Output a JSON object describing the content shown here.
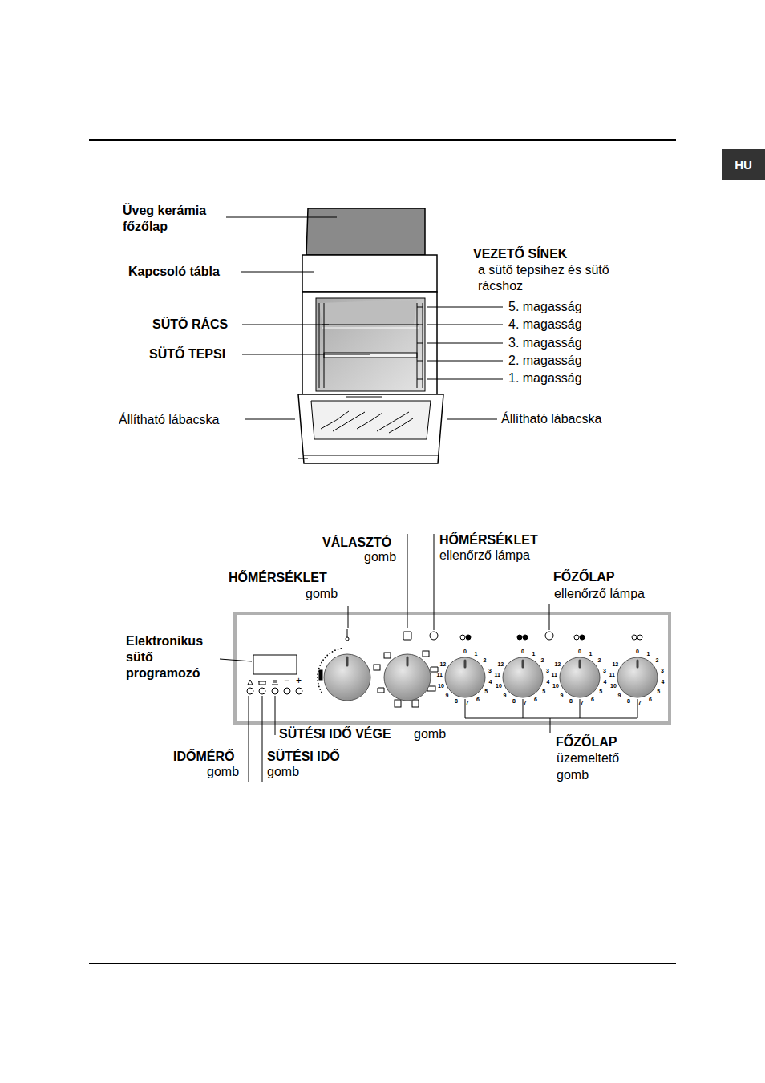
{
  "diagram": {
    "nodes": [
      {
        "text": [
          "HU"
        ]
      }
    ],
    "labels": [
      "Üveg kerámia főzőlap",
      "Kapcsoló tábla",
      "VEZETŐ SÍNEK",
      "a sütő tepsihez és sütő rácshoz",
      "5. magasság",
      "4. magasság",
      "3. magasság",
      "2. magasság",
      "1. magasság",
      "SÜTŐ RÁCS",
      "SÜTŐ TEPSI",
      "Állítható lábacska",
      "Állítható lábacska",
      "VÁLASZTÓ",
      "gomb",
      "HŐMÉRSÉKLET",
      "ellenőrző lámpa",
      "FŐZŐLAP",
      "ellenőrző lámpa",
      "HŐMÉRSÉKLET",
      "gomb",
      "Elektronikus sütő programozó",
      "−",
      "+",
      "SÜTÉSI IDŐ VÉGE",
      "gomb",
      "IDŐMÉRŐ",
      "gomb",
      "SÜTÉSI IDŐ",
      "gomb",
      "FŐZŐLAP",
      "üzemeltető",
      "gomb",
      "0",
      "1",
      "2",
      "3",
      "4",
      "5",
      "6",
      "7",
      "8",
      "9",
      "10",
      "11",
      "12",
      "0",
      "1",
      "2",
      "3",
      "4",
      "5",
      "6",
      "7",
      "8",
      "9",
      "10",
      "11",
      "12",
      "0",
      "1",
      "2",
      "3",
      "4",
      "5",
      "6",
      "7",
      "8",
      "9",
      "10",
      "11",
      "12",
      "0",
      "1",
      "2",
      "3",
      "4",
      "5",
      "6",
      "7",
      "8",
      "9",
      "10",
      "11",
      "12"
    ]
  }
}
